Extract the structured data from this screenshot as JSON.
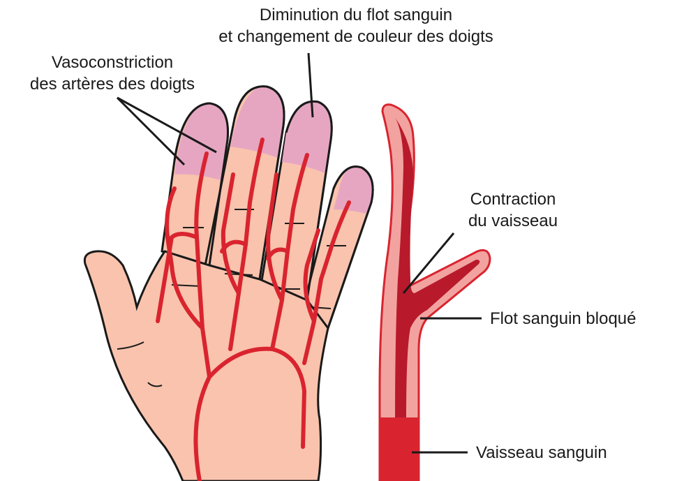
{
  "labels": {
    "diminution_line1": "Diminution du flot sanguin",
    "diminution_line2": "et changement de couleur des doigts",
    "vasoconstriction_line1": "Vasoconstriction",
    "vasoconstriction_line2": "des artères des doigts",
    "contraction_line1": "Contraction",
    "contraction_line2": "du vaisseau",
    "flot_bloque": "Flot sanguin bloqué",
    "vaisseau": "Vaisseau sanguin"
  },
  "colors": {
    "skin": "#f9c3ad",
    "fingertip": "#e6a6c2",
    "artery": "#d9242f",
    "vessel_wall": "#f2a3a0",
    "vessel_inner": "#b81a2b",
    "outline": "#1a1a1a"
  }
}
